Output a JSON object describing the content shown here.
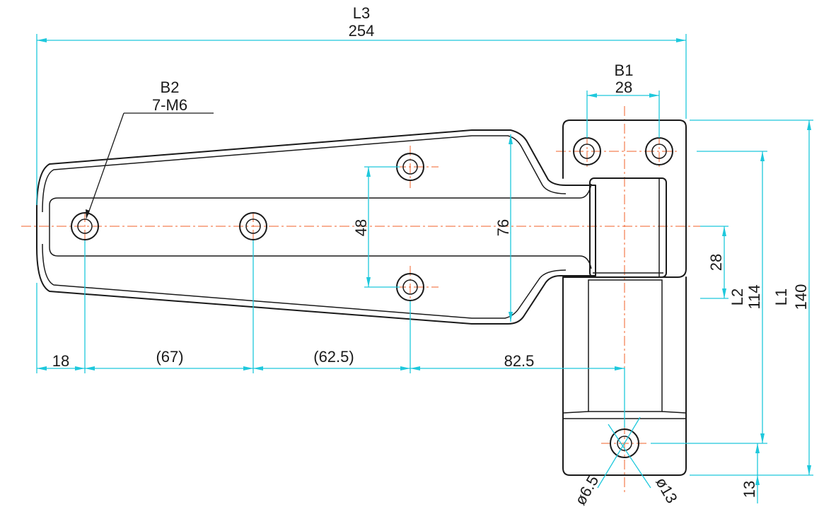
{
  "dimensions": {
    "l3_name": "L3",
    "l3_value": "254",
    "b1_name": "B1",
    "b1_value": "28",
    "b2_name": "B2",
    "b2_value": "7-M6",
    "d18": "18",
    "d67": "(67)",
    "d62_5": "(62.5)",
    "d82_5": "82.5",
    "d48": "48",
    "d76": "76",
    "d28_vertical": "28",
    "l2_name": "L2",
    "l2_value": "114",
    "l1_name": "L1",
    "l1_value": "140",
    "d13": "13",
    "hole_small": "ø6.5",
    "hole_large": "ø13"
  },
  "colors": {
    "dimension_lines": "#1ec8dc",
    "center_lines": "#f0602a",
    "outline": "#1a1a1a"
  }
}
